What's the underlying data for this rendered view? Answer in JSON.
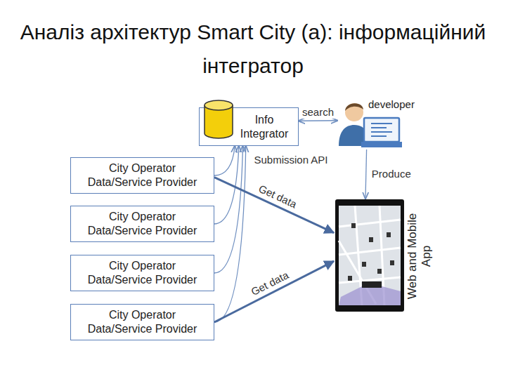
{
  "diagram": {
    "title": "Аналіз архітектур Smart City (а): інформаційний інтегратор",
    "nodes": [
      {
        "text": [
          "Info Integrator"
        ]
      },
      {
        "text": [
          "developer"
        ]
      },
      {
        "text": [
          "City Operator Data/Service Provider"
        ]
      },
      {
        "text": [
          "City Operator Data/Service Provider"
        ]
      },
      {
        "text": [
          "City Operator Data/Service Provider"
        ]
      },
      {
        "text": [
          "City Operator Data/Service Provider"
        ]
      },
      {
        "text": [
          "Web and Mobile App"
        ]
      }
    ],
    "edges": [
      {
        "from": 0,
        "to": 1,
        "arrow": "both",
        "label": "search"
      },
      {
        "from": 1,
        "to": 6,
        "arrow": "to",
        "label": "Produce"
      },
      {
        "from": 2,
        "to": 0,
        "arrow": "to",
        "label": "Submission API"
      },
      {
        "from": 3,
        "to": 0,
        "arrow": "to"
      },
      {
        "from": 4,
        "to": 0,
        "arrow": "to"
      },
      {
        "from": 5,
        "to": 0,
        "arrow": "to"
      },
      {
        "from": 2,
        "to": 6,
        "arrow": "to",
        "label": "Get data"
      },
      {
        "from": 5,
        "to": 6,
        "arrow": "to",
        "label": "Get data"
      }
    ]
  }
}
